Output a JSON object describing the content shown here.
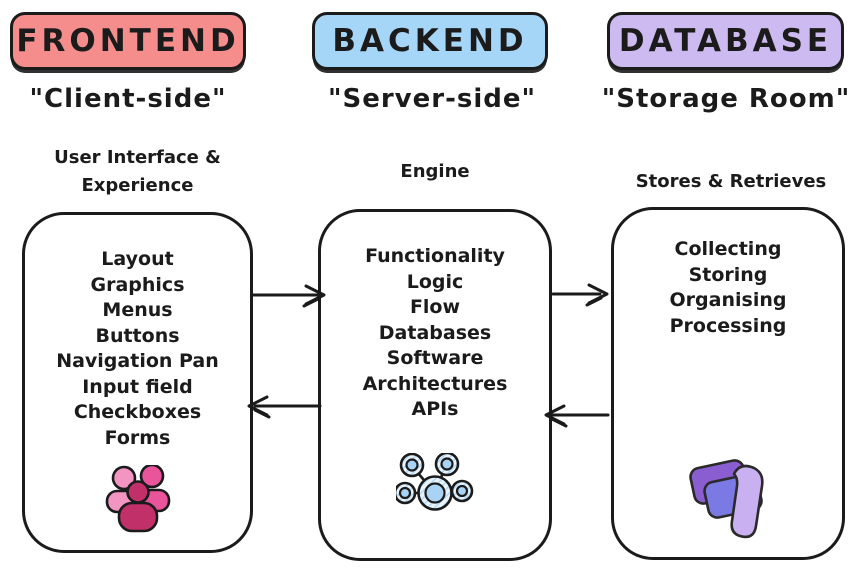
{
  "diagram": {
    "background": "#ffffff",
    "ink_color": "#1b1b1b",
    "columns": [
      {
        "id": "frontend",
        "title": "FRONTEND",
        "subtitle": "\"Client-side\"",
        "description": "User Interface & Experience",
        "pill_color": "#f58d8d",
        "items": [
          "Layout",
          "Graphics",
          "Menus",
          "Buttons",
          "Navigation Pan",
          "Input field",
          "Checkboxes",
          "Forms"
        ],
        "icon": "people-group-icon",
        "icon_colors": [
          "#f295c2",
          "#e9549b",
          "#c23069"
        ]
      },
      {
        "id": "backend",
        "title": "BACKEND",
        "subtitle": "\"Server-side\"",
        "description": "Engine",
        "pill_color": "#a6d6f7",
        "items": [
          "Functionality",
          "Logic",
          "Flow",
          "Databases",
          "Software",
          "Architectures",
          "APIs"
        ],
        "icon": "network-nodes-icon",
        "icon_colors": [
          "#a9d3f5",
          "#eaf4fd"
        ]
      },
      {
        "id": "database",
        "title": "DATABASE",
        "subtitle": "\"Storage Room\"",
        "description": "Stores & Retrieves",
        "pill_color": "#ccbaf0",
        "items": [
          "Collecting",
          "Storing",
          "Organising",
          "Processing"
        ],
        "icon": "database-ribbon-icon",
        "icon_colors": [
          "#8a5ed1",
          "#7b79e3",
          "#c9b1f1"
        ]
      }
    ],
    "arrows": [
      {
        "from": "frontend",
        "to": "backend",
        "direction": "right"
      },
      {
        "from": "backend",
        "to": "frontend",
        "direction": "left"
      },
      {
        "from": "backend",
        "to": "database",
        "direction": "right"
      },
      {
        "from": "database",
        "to": "backend",
        "direction": "left"
      }
    ]
  }
}
